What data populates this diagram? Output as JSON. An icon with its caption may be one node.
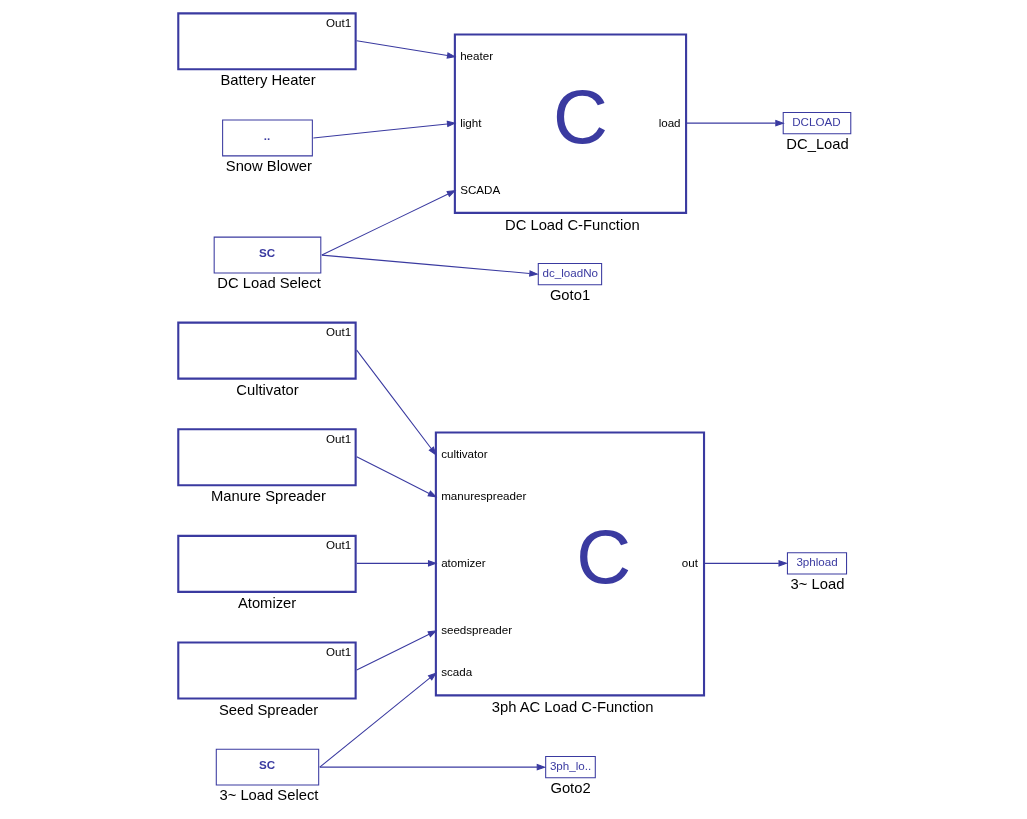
{
  "diagram": {
    "nodes": [
      {
        "text": [
          "Out1"
        ],
        "beside": [
          "Battery Heater"
        ]
      },
      {
        "text": [
          ".."
        ],
        "beside": [
          "Snow Blower"
        ]
      },
      {
        "text": [
          "SC"
        ],
        "beside": [
          "DC Load Select"
        ]
      },
      {
        "text": [
          "heater",
          "light",
          "SCADA",
          "C",
          "load"
        ],
        "beside": [
          "DC Load C-Function"
        ]
      },
      {
        "text": [
          "DCLOAD"
        ],
        "beside": [
          "DC_Load"
        ]
      },
      {
        "text": [
          "dc_loadNo"
        ],
        "beside": [
          "Goto1"
        ]
      },
      {
        "text": [
          "Out1"
        ],
        "beside": [
          "Cultivator"
        ]
      },
      {
        "text": [
          "Out1"
        ],
        "beside": [
          "Manure Spreader"
        ]
      },
      {
        "text": [
          "Out1"
        ],
        "beside": [
          "Atomizer"
        ]
      },
      {
        "text": [
          "Out1"
        ],
        "beside": [
          "Seed Spreader"
        ]
      },
      {
        "text": [
          "SC"
        ],
        "beside": [
          "3~ Load Select"
        ]
      },
      {
        "text": [
          "cultivator",
          "manurespreader",
          "atomizer",
          "seedspreader",
          "scada",
          "C",
          "out"
        ],
        "beside": [
          "3ph AC Load C-Function"
        ]
      },
      {
        "text": [
          "3phload"
        ],
        "beside": [
          "3~ Load"
        ]
      },
      {
        "text": [
          "3ph_lo.."
        ],
        "beside": [
          "Goto2"
        ]
      }
    ],
    "edges": [
      {
        "from": 0,
        "to": 3,
        "arrow": "to"
      },
      {
        "from": 1,
        "to": 3,
        "arrow": "to"
      },
      {
        "from": 2,
        "to": 3,
        "arrow": "to"
      },
      {
        "from": 2,
        "to": 5,
        "arrow": "to"
      },
      {
        "from": 3,
        "to": 4,
        "arrow": "to"
      },
      {
        "from": 6,
        "to": 11,
        "arrow": "to"
      },
      {
        "from": 7,
        "to": 11,
        "arrow": "to"
      },
      {
        "from": 8,
        "to": 11,
        "arrow": "to"
      },
      {
        "from": 9,
        "to": 11,
        "arrow": "to"
      },
      {
        "from": 10,
        "to": 11,
        "arrow": "to"
      },
      {
        "from": 10,
        "to": 13,
        "arrow": "to"
      },
      {
        "from": 11,
        "to": 12,
        "arrow": "to"
      }
    ]
  }
}
